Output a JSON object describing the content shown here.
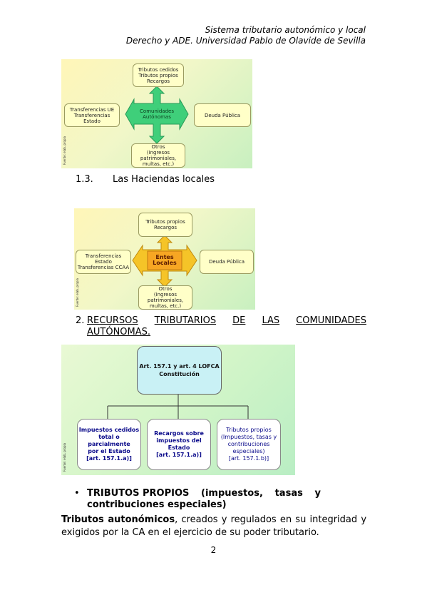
{
  "header": {
    "line1": "Sistema tributario autonómico y local",
    "line2": "Derecho y ADE. Universidad Pablo de Olavide de Sevilla"
  },
  "figure1": {
    "top": [
      "Tributos cedidos",
      "Tributos propios",
      "Recargos"
    ],
    "left": [
      "Transferencias UE",
      "Transferencias Estado"
    ],
    "right": [
      "Deuda Pública"
    ],
    "bottom": [
      "Otros",
      "(ingresos patrimoniales,",
      "multas, etc.)"
    ],
    "center": [
      "Comunidades",
      "Autónomas"
    ],
    "side_text": "Fuente: elab. propia"
  },
  "section_1_3": {
    "number": "1.3.",
    "title": "Las Haciendas locales"
  },
  "figure2": {
    "top": [
      "Tributos propios",
      "Recargos"
    ],
    "left": [
      "Transferencias Estado",
      "Transferencias CCAA"
    ],
    "right": [
      "Deuda Pública"
    ],
    "bottom": [
      "Otros",
      "(ingresos patrimoniales,",
      "multas, etc.)"
    ],
    "center": [
      "Entes",
      "Locales"
    ],
    "side_text": "Fuente: elab. propia"
  },
  "section_2": {
    "number": "2.",
    "words": [
      "RECURSOS",
      "TRIBUTARIOS",
      "DE",
      "LAS",
      "COMUNIDADES"
    ],
    "line2": "AUTÓNOMAS."
  },
  "figure3": {
    "top": [
      "Art. 157.1 y art. 4 LOFCA",
      "Constitución"
    ],
    "boxes": [
      [
        "Impuestos cedidos",
        "total o parcialmente",
        "por el Estado",
        "[art. 157.1.a)]"
      ],
      [
        "Recargos sobre",
        "impuestos del",
        "Estado",
        "[art. 157.1.a)]"
      ],
      [
        "Tributos propios",
        "(Impuestos, tasas y",
        "contribuciones",
        "especiales)",
        "[art. 157.1.b)]"
      ]
    ],
    "side_text": "Fuente: elab. propia"
  },
  "bullet": {
    "symbol": "•",
    "line1_words": [
      "TRIBUTOS PROPIOS",
      "(impuestos,",
      "tasas",
      "y"
    ],
    "line2": "contribuciones especiales)"
  },
  "paragraph": {
    "bold": "Tributos autonómicos",
    "rest": ", creados y regulados en su integridad y exigidos por la CA en el ejercicio de su poder tributario."
  },
  "page_number": "2"
}
